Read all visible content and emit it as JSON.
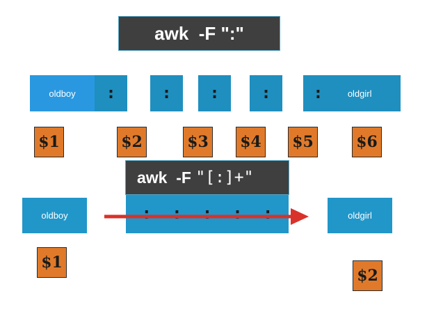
{
  "top": {
    "command": {
      "keyword": "awk",
      "flag": "-F",
      "delimiter": "\":\""
    },
    "fields": [
      {
        "label": "oldboy",
        "kind": "text"
      },
      {
        "label": ":",
        "kind": "sep"
      },
      {
        "label": ":",
        "kind": "sep"
      },
      {
        "label": ":",
        "kind": "sep"
      },
      {
        "label": ":",
        "kind": "sep"
      },
      {
        "label": ":",
        "kind": "sep"
      },
      {
        "label": "oldgirl",
        "kind": "text"
      }
    ],
    "vars": [
      "$1",
      "$2",
      "$3",
      "$4",
      "$5",
      "$6"
    ]
  },
  "bottom": {
    "command": {
      "keyword": "awk",
      "flag": "-F",
      "delimiter": "\"[:]+\""
    },
    "left_field": "oldboy",
    "separators": [
      ":",
      ":",
      ":",
      ":",
      ":"
    ],
    "right_field": "oldgirl",
    "vars": [
      "$1",
      "$2"
    ]
  },
  "colors": {
    "command_bg": "#3f3f3f",
    "cell_blue": "#2196c9",
    "badge_orange": "#e07a2a",
    "arrow_red": "#d9322a"
  }
}
